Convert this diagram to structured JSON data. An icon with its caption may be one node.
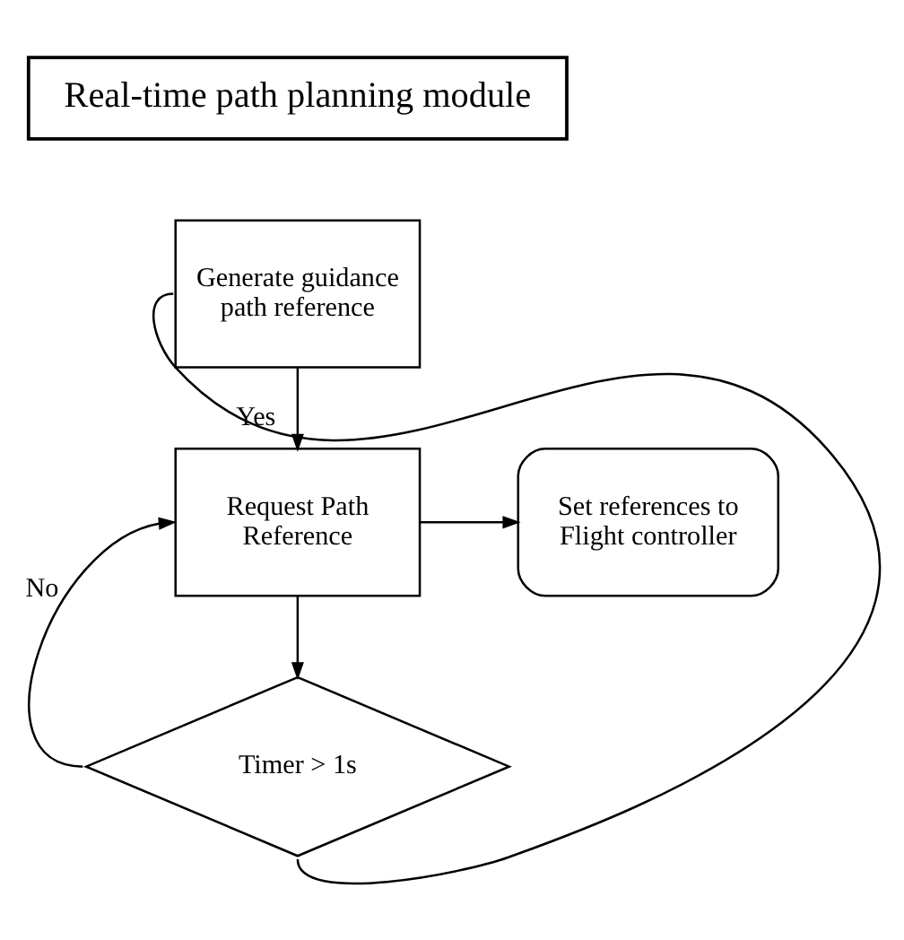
{
  "diagram": {
    "nodes": [
      {
        "text": [
          "Real-time path planning module"
        ]
      },
      {
        "text": [
          "Generate guidance path reference"
        ]
      },
      {
        "text": [
          "Request Path Reference"
        ]
      },
      {
        "text": [
          "Set references to Flight controller"
        ]
      },
      {
        "text": [
          "Timer > 1s"
        ]
      }
    ],
    "edges": [
      {
        "from": 1,
        "to": 2,
        "arrow": "to"
      },
      {
        "from": 2,
        "to": 3,
        "arrow": "to"
      },
      {
        "from": 2,
        "to": 4,
        "arrow": "to"
      },
      {
        "from": 4,
        "to": 2,
        "arrow": "to",
        "label": "No"
      },
      {
        "from": 4,
        "to": 1,
        "arrow": "none",
        "label": "Yes"
      }
    ]
  }
}
